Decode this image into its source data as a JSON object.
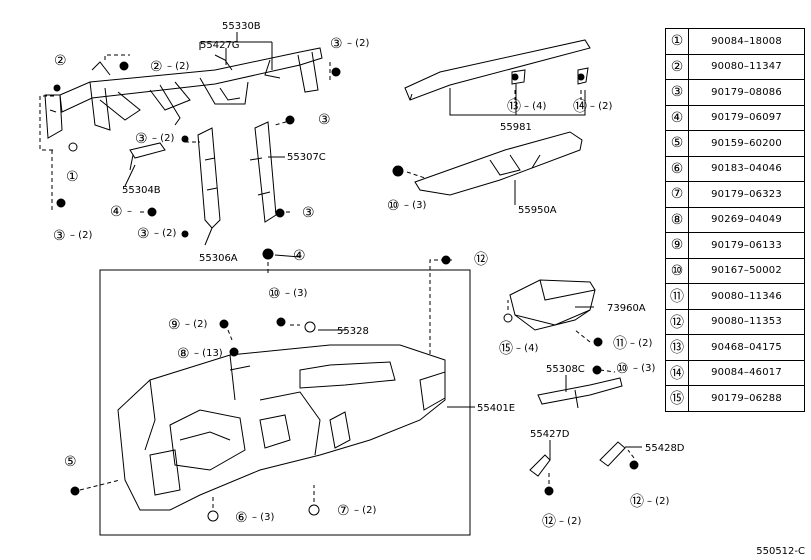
{
  "diagram_code": "550512-C",
  "labels": {
    "p55330B": "55330B",
    "p55427G": "55427G",
    "p55981": "55981",
    "p55307C": "55307C",
    "p55304B": "55304B",
    "p55950A": "55950A",
    "p55306A": "55306A",
    "p55328": "55328",
    "p73960A": "73960A",
    "p55308C": "55308C",
    "p55401E": "55401E",
    "p55427D": "55427D",
    "p55428D": "55428D"
  },
  "callouts": {
    "c2a": "②",
    "c2a_q": "",
    "c2b": "②",
    "c2b_q": "– (2)",
    "c3a": "③",
    "c3a_q": "– (2)",
    "c13": "⑬",
    "c13_q": "– (4)",
    "c14": "⑭",
    "c14_q": "– (2)",
    "c1": "①",
    "c3b": "③",
    "c3b_q": "– (2)",
    "c3c": "③",
    "c10a": "⑩",
    "c10a_q": "– (3)",
    "c4a": "④",
    "c4a_q": "–",
    "c3d": "③",
    "c3d_q": "– (2)",
    "c3e": "③",
    "c3e_q": "– (2)",
    "c3f": "③",
    "c3f_q": "–",
    "c4b": "④",
    "c4b_q": "–",
    "c12a": "⑫",
    "c10b": "⑩",
    "c10b_q": "– (3)",
    "c9": "⑨",
    "c9_q": "– (2)",
    "c8": "⑧",
    "c8_q": "– (13)",
    "c15": "⑮",
    "c15_q": "– (4)",
    "c11": "⑪",
    "c11_q": "– (2)",
    "c10c": "⑩",
    "c10c_q": "– (3)",
    "c5": "⑤",
    "c6": "⑥",
    "c6_q": "– (3)",
    "c7": "⑦",
    "c7_q": "– (2)",
    "c12b": "⑫",
    "c12b_q": "– (2)",
    "c12c": "⑫",
    "c12c_q": "– (2)"
  },
  "parts_table": [
    {
      "key": "①",
      "part": "90084–18008"
    },
    {
      "key": "②",
      "part": "90080–11347"
    },
    {
      "key": "③",
      "part": "90179–08086"
    },
    {
      "key": "④",
      "part": "90179–06097"
    },
    {
      "key": "⑤",
      "part": "90159–60200"
    },
    {
      "key": "⑥",
      "part": "90183–04046"
    },
    {
      "key": "⑦",
      "part": "90179–06323"
    },
    {
      "key": "⑧",
      "part": "90269–04049"
    },
    {
      "key": "⑨",
      "part": "90179–06133"
    },
    {
      "key": "⑩",
      "part": "90167–50002"
    },
    {
      "key": "⑪",
      "part": "90080–11346"
    },
    {
      "key": "⑫",
      "part": "90080–11353"
    },
    {
      "key": "⑬",
      "part": "90468–04175"
    },
    {
      "key": "⑭",
      "part": "90084–46017"
    },
    {
      "key": "⑮",
      "part": "90179–06288"
    }
  ]
}
